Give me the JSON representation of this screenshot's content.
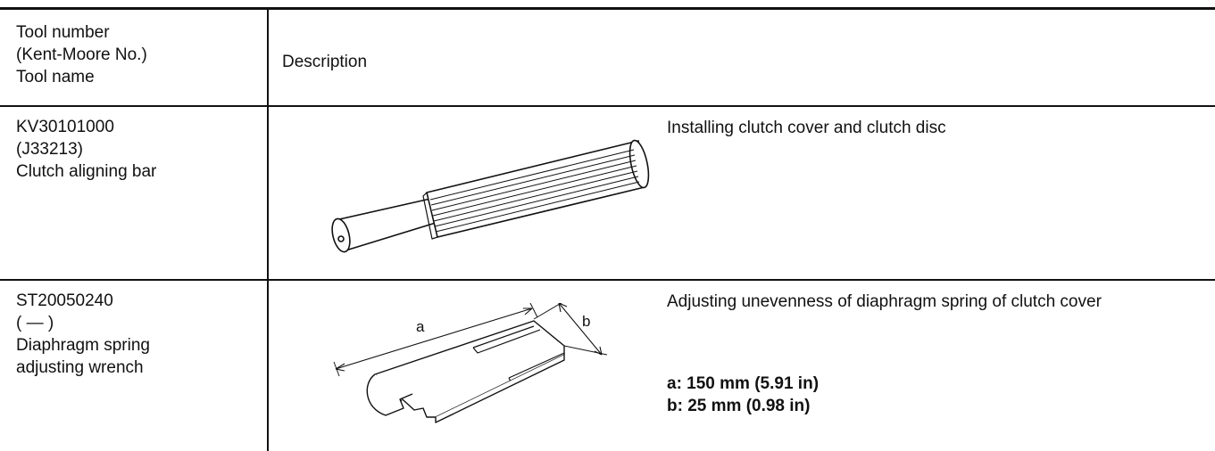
{
  "header": {
    "tool_col_lines": [
      "Tool number",
      "(Kent-Moore No.)",
      "Tool name"
    ],
    "description_col": "Description"
  },
  "rows": [
    {
      "tool_number": "KV30101000",
      "kent_moore": "(J33213)",
      "tool_name_lines": [
        "Clutch aligning bar"
      ],
      "description": "Installing clutch cover and clutch disc",
      "specs": [],
      "illustration_icon": "clutch-aligning-bar-icon"
    },
    {
      "tool_number": "ST20050240",
      "kent_moore": "(   —   )",
      "tool_name_lines": [
        "Diaphragm spring",
        "adjusting wrench"
      ],
      "description": "Adjusting unevenness of diaphragm spring of clutch cover",
      "specs": [
        "a: 150 mm (5.91 in)",
        "b: 25 mm (0.98 in)"
      ],
      "illustration_icon": "diaphragm-spring-wrench-icon",
      "dimension_labels": [
        "a",
        "b"
      ]
    }
  ]
}
